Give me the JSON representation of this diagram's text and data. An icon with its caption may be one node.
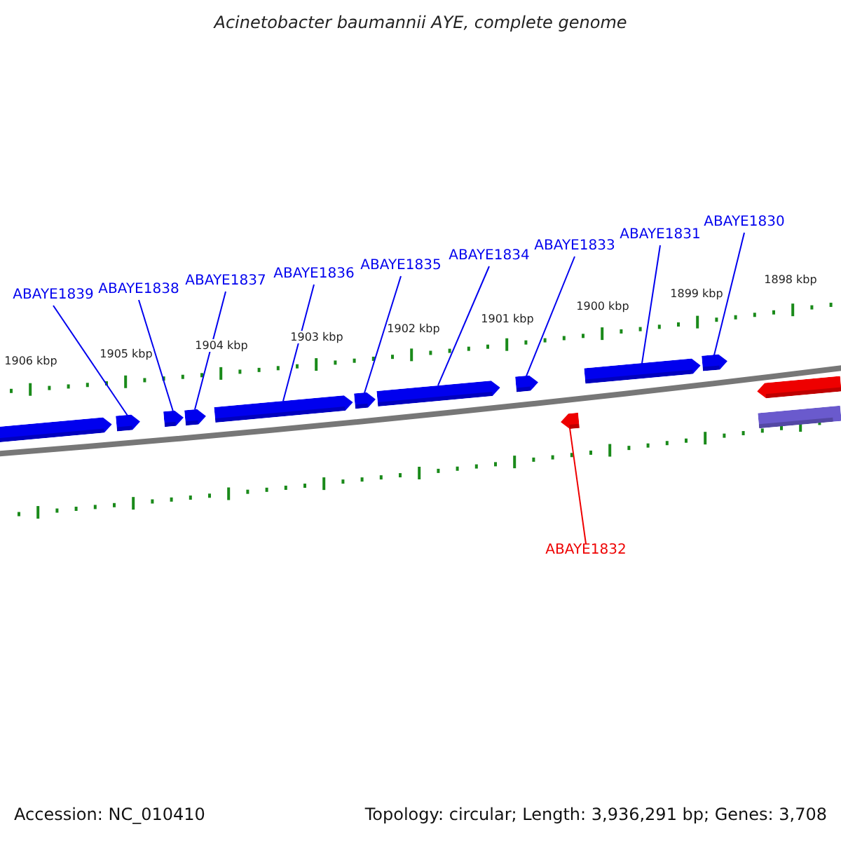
{
  "diagram": {
    "title": "Acinetobacter baumannii AYE, complete genome",
    "nodes": [
      {
        "text": [
          "ABAYE1839"
        ]
      },
      {
        "text": [
          "ABAYE1838"
        ]
      },
      {
        "text": [
          "ABAYE1837"
        ]
      },
      {
        "text": [
          "ABAYE1836"
        ]
      },
      {
        "text": [
          "ABAYE1835"
        ]
      },
      {
        "text": [
          "ABAYE1834"
        ]
      },
      {
        "text": [
          "ABAYE1833"
        ]
      },
      {
        "text": [
          "ABAYE1831"
        ]
      },
      {
        "text": [
          "ABAYE1830"
        ]
      },
      {
        "text": [
          "ABAYE1832"
        ]
      },
      {
        "text": [],
        "shape": "arrow"
      },
      {
        "text": [],
        "shape": "arrow"
      },
      {
        "text": [],
        "shape": "arrow"
      },
      {
        "text": [],
        "shape": "arrow"
      },
      {
        "text": [],
        "shape": "arrow"
      },
      {
        "text": [],
        "shape": "arrow"
      },
      {
        "text": [],
        "shape": "arrow"
      },
      {
        "text": [],
        "shape": "arrow"
      },
      {
        "text": [],
        "shape": "arrow"
      },
      {
        "text": [],
        "shape": "arrow"
      },
      {
        "text": [],
        "shape": "arrow"
      },
      {
        "text": [],
        "shape": "arrow"
      },
      {
        "text": [],
        "shape": "bar"
      }
    ],
    "edges": [
      {
        "from": 0,
        "to": 11,
        "arrow": "none"
      },
      {
        "from": 1,
        "to": 12,
        "arrow": "none"
      },
      {
        "from": 2,
        "to": 13,
        "arrow": "none"
      },
      {
        "from": 3,
        "to": 14,
        "arrow": "none"
      },
      {
        "from": 4,
        "to": 15,
        "arrow": "none"
      },
      {
        "from": 5,
        "to": 16,
        "arrow": "none"
      },
      {
        "from": 6,
        "to": 17,
        "arrow": "none"
      },
      {
        "from": 7,
        "to": 18,
        "arrow": "none"
      },
      {
        "from": 8,
        "to": 19,
        "arrow": "none"
      },
      {
        "from": 9,
        "to": 20,
        "arrow": "none",
        "color": "#ee0000"
      }
    ],
    "labels": [
      "1906 kbp",
      "1905 kbp",
      "1904 kbp",
      "1903 kbp",
      "1902 kbp",
      "1901 kbp",
      "1900 kbp",
      "1899 kbp",
      "1898 kbp",
      "Accession: NC_010410",
      "Topology: circular; Length: 3,936,291 bp; Genes: 3,708"
    ]
  }
}
